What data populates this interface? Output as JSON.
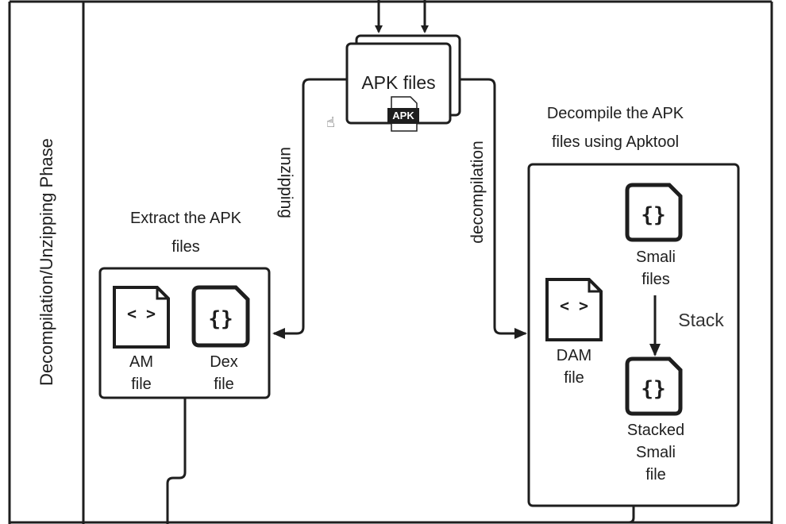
{
  "diagram": {
    "lane_title": "Decompilation/Unzipping Phase",
    "apk_node": {
      "label": "APK files",
      "icon": "apk-file-icon",
      "icon_text": "APK"
    },
    "edges": {
      "unzipping": "unzipping",
      "decompilation": "decompilation",
      "stack": "Stack"
    },
    "extract_group": {
      "caption_line1": "Extract the APK",
      "caption_line2": "files",
      "items": [
        {
          "line1": "AM",
          "line2": "file",
          "icon": "xml-code-file-icon"
        },
        {
          "line1": "Dex",
          "line2": "file",
          "icon": "curly-braces-file-icon"
        }
      ]
    },
    "decompile_group": {
      "caption_line1": "Decompile the APK",
      "caption_line2": "files using Apktool",
      "dam": {
        "line1": "DAM",
        "line2": "file",
        "icon": "xml-code-file-icon"
      },
      "smali": {
        "line1": "Smali",
        "line2": "files",
        "icon": "curly-braces-file-icon"
      },
      "stacked": {
        "line1": "Stacked",
        "line2": "Smali",
        "line3": "file",
        "icon": "curly-braces-file-icon"
      }
    },
    "cursor_icon": "hand-cursor-icon"
  }
}
